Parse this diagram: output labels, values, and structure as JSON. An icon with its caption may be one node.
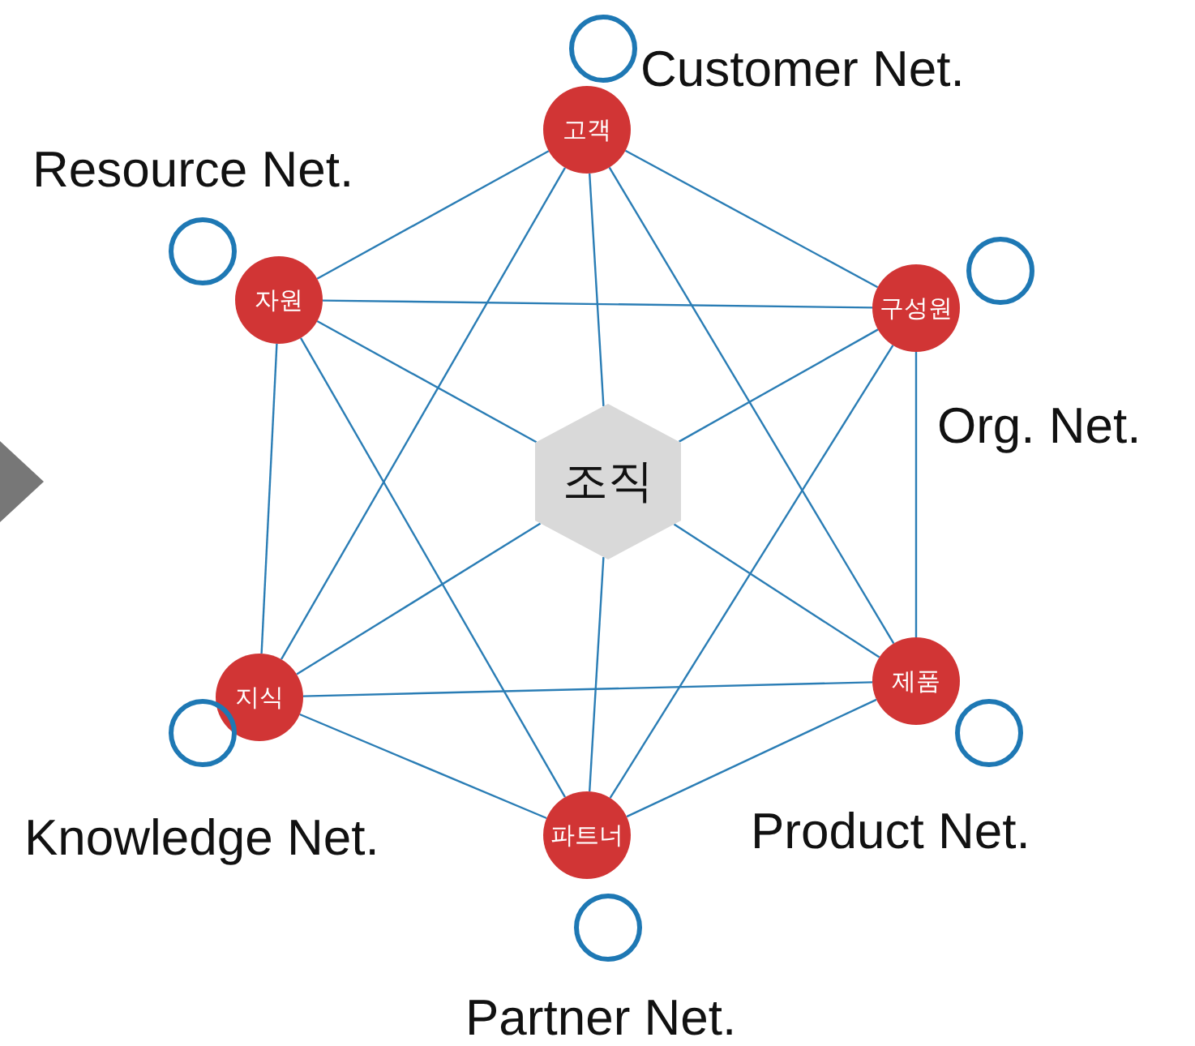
{
  "diagram": {
    "nodes": [
      {
        "text": [
          "고객"
        ]
      },
      {
        "text": [
          "자원"
        ]
      },
      {
        "text": [
          "구성원"
        ],
        "beside": [
          "Org. Net."
        ]
      },
      {
        "text": [
          "조직"
        ]
      },
      {
        "text": [
          "지식"
        ]
      },
      {
        "text": [
          "제품"
        ]
      },
      {
        "text": [
          "파트너"
        ]
      },
      {
        "text": [],
        "shape": "circle",
        "beside": [
          "Customer Net."
        ]
      },
      {
        "text": [],
        "shape": "circle",
        "beside": [
          "Resource Net."
        ]
      },
      {
        "text": [],
        "shape": "circle"
      },
      {
        "text": [],
        "shape": "circle",
        "beside": [
          "Knowledge Net."
        ]
      },
      {
        "text": [],
        "shape": "circle",
        "beside": [
          "Product Net."
        ]
      },
      {
        "text": [],
        "shape": "circle",
        "beside": [
          "Partner Net."
        ]
      }
    ],
    "edges": [
      {
        "from": 0,
        "to": 1,
        "arrow": "none"
      },
      {
        "from": 0,
        "to": 2,
        "arrow": "none"
      },
      {
        "from": 0,
        "to": 4,
        "arrow": "none"
      },
      {
        "from": 0,
        "to": 5,
        "arrow": "none"
      },
      {
        "from": 0,
        "to": 3,
        "arrow": "none"
      },
      {
        "from": 1,
        "to": 2,
        "arrow": "none"
      },
      {
        "from": 1,
        "to": 4,
        "arrow": "none"
      },
      {
        "from": 1,
        "to": 3,
        "arrow": "none"
      },
      {
        "from": 1,
        "to": 6,
        "arrow": "none"
      },
      {
        "from": 2,
        "to": 3,
        "arrow": "none"
      },
      {
        "from": 2,
        "to": 5,
        "arrow": "none"
      },
      {
        "from": 2,
        "to": 6,
        "arrow": "none"
      },
      {
        "from": 4,
        "to": 5,
        "arrow": "none"
      },
      {
        "from": 4,
        "to": 6,
        "arrow": "none"
      },
      {
        "from": 5,
        "to": 6,
        "arrow": "none"
      },
      {
        "from": 4,
        "to": 3,
        "arrow": "none"
      },
      {
        "from": 5,
        "to": 3,
        "arrow": "none"
      },
      {
        "from": 6,
        "to": 3,
        "arrow": "none"
      }
    ]
  }
}
